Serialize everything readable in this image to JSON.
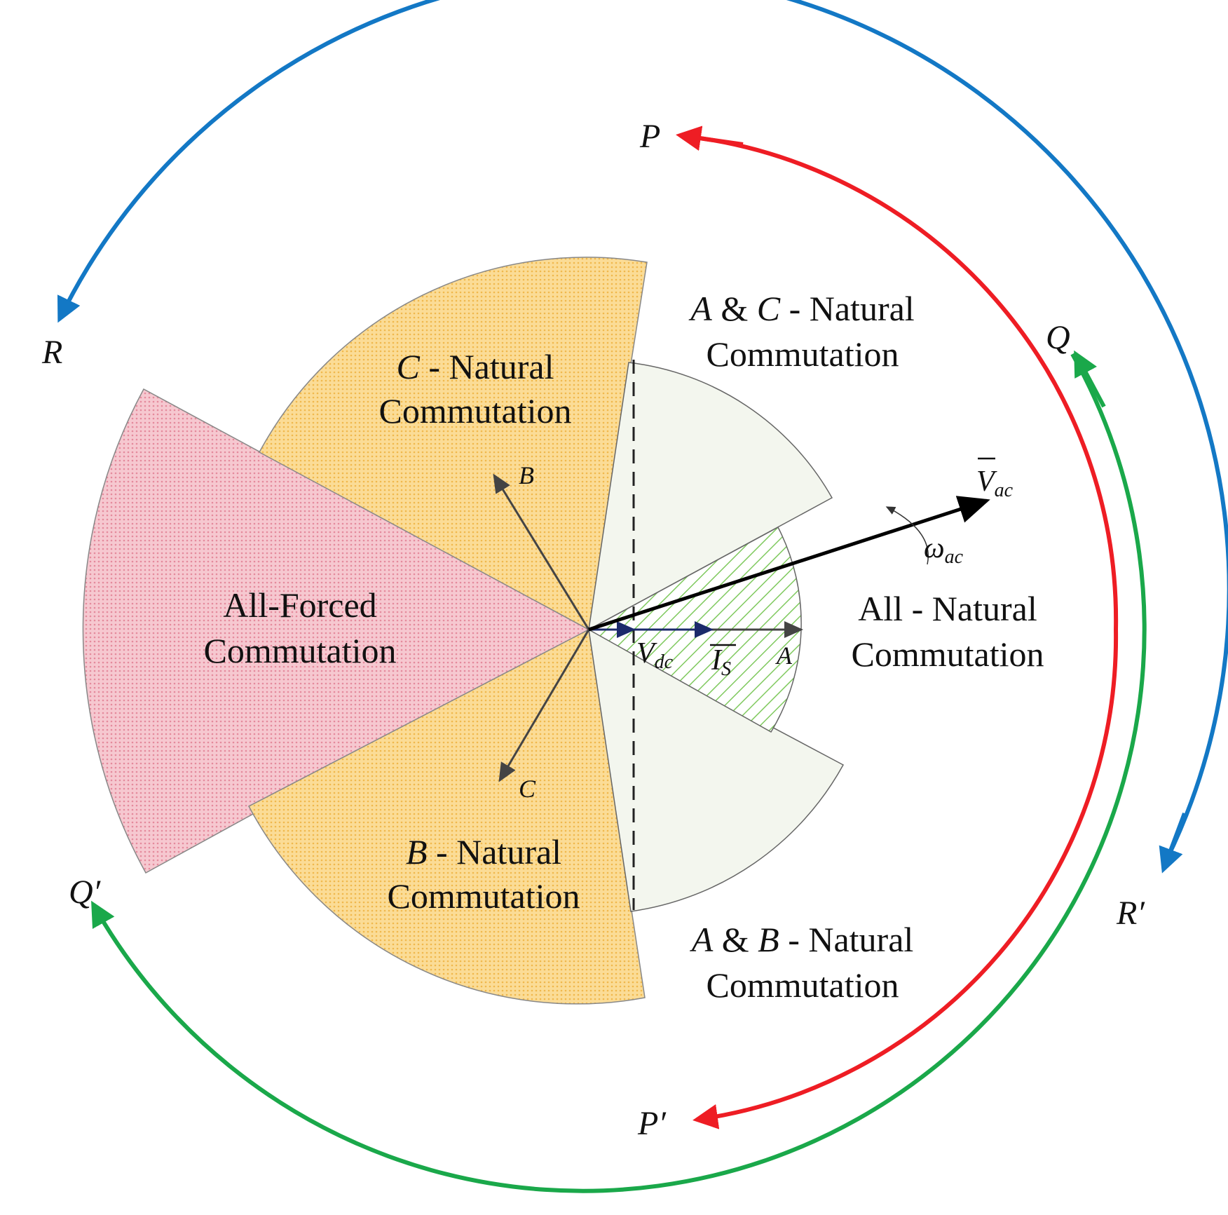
{
  "diagram": {
    "regions": {
      "all_forced": {
        "line1": "All-Forced",
        "line2": "Commutation",
        "color": "#f2b3bf"
      },
      "c_natural": {
        "phase": "C",
        "line1_rest": " - Natural",
        "line2": "Commutation",
        "color": "#fbd889"
      },
      "b_natural": {
        "phase": "B",
        "line1_rest": " - Natural",
        "line2": "Commutation",
        "color": "#fbd889"
      },
      "ac_natural": {
        "phase1": "A",
        "amp": " & ",
        "phase2": "C",
        "line1_rest": " - Natural",
        "line2": "Commutation",
        "color": "#eff3e8"
      },
      "ab_natural": {
        "phase1": "A",
        "amp": " & ",
        "phase2": "B",
        "line1_rest": " - Natural",
        "line2": "Commutation",
        "color": "#eff3e8"
      },
      "all_natural": {
        "line1": "All - Natural",
        "line2": "Commutation",
        "color": "#7fc95e"
      }
    },
    "axes": {
      "a": "A",
      "b": "B",
      "c": "C"
    },
    "vectors": {
      "vac": {
        "main": "V",
        "sub": "ac"
      },
      "wac": {
        "main": "ω",
        "sub": "ac"
      },
      "vdc": {
        "main": "V",
        "sub": "dc"
      },
      "is": {
        "main": "I",
        "sub": "S"
      }
    },
    "trajectories": {
      "red": {
        "start": "P",
        "end": "P′",
        "color": "#ee1d24"
      },
      "green": {
        "start": "Q",
        "end": "Q′",
        "color": "#1aa84a"
      },
      "blue": {
        "start": "R",
        "end": "R′",
        "color": "#1378c5"
      }
    }
  }
}
